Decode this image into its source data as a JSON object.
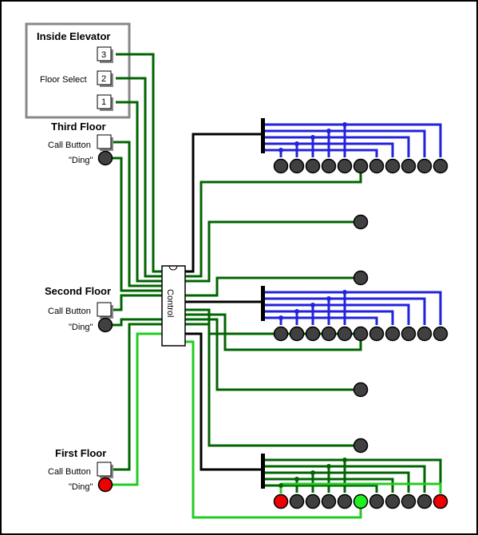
{
  "inside_elevator": {
    "title": "Inside Elevator",
    "floor_select_label": "Floor Select",
    "buttons": [
      "3",
      "2",
      "1"
    ]
  },
  "third_floor": {
    "title": "Third Floor",
    "call_label": "Call Button",
    "ding_label": "\"Ding\""
  },
  "second_floor": {
    "title": "Second Floor",
    "call_label": "Call Button",
    "ding_label": "\"Ding\""
  },
  "first_floor": {
    "title": "First Floor",
    "call_label": "Call Button",
    "ding_label": "\"Ding\""
  },
  "control_label": "Control",
  "colors": {
    "wire_off": "#006400",
    "wire_on": "#22cc22",
    "bus": "#2222dd",
    "black": "#000000",
    "led_off": "#404040",
    "led_red": "#ee0000",
    "led_green": "#22ee22",
    "frame": "#888888"
  },
  "displays": {
    "third": {
      "leds": [
        "off",
        "off",
        "off",
        "off",
        "off",
        "off",
        "off",
        "off",
        "off",
        "off",
        "off"
      ]
    },
    "second": {
      "leds": [
        "off",
        "off",
        "off",
        "off",
        "off",
        "off",
        "off",
        "off",
        "off",
        "off",
        "off"
      ]
    },
    "first": {
      "leds": [
        "red",
        "off",
        "off",
        "off",
        "off",
        "green",
        "off",
        "off",
        "off",
        "off",
        "red"
      ]
    }
  },
  "indicator_leds": [
    "off",
    "off",
    "off",
    "off"
  ]
}
